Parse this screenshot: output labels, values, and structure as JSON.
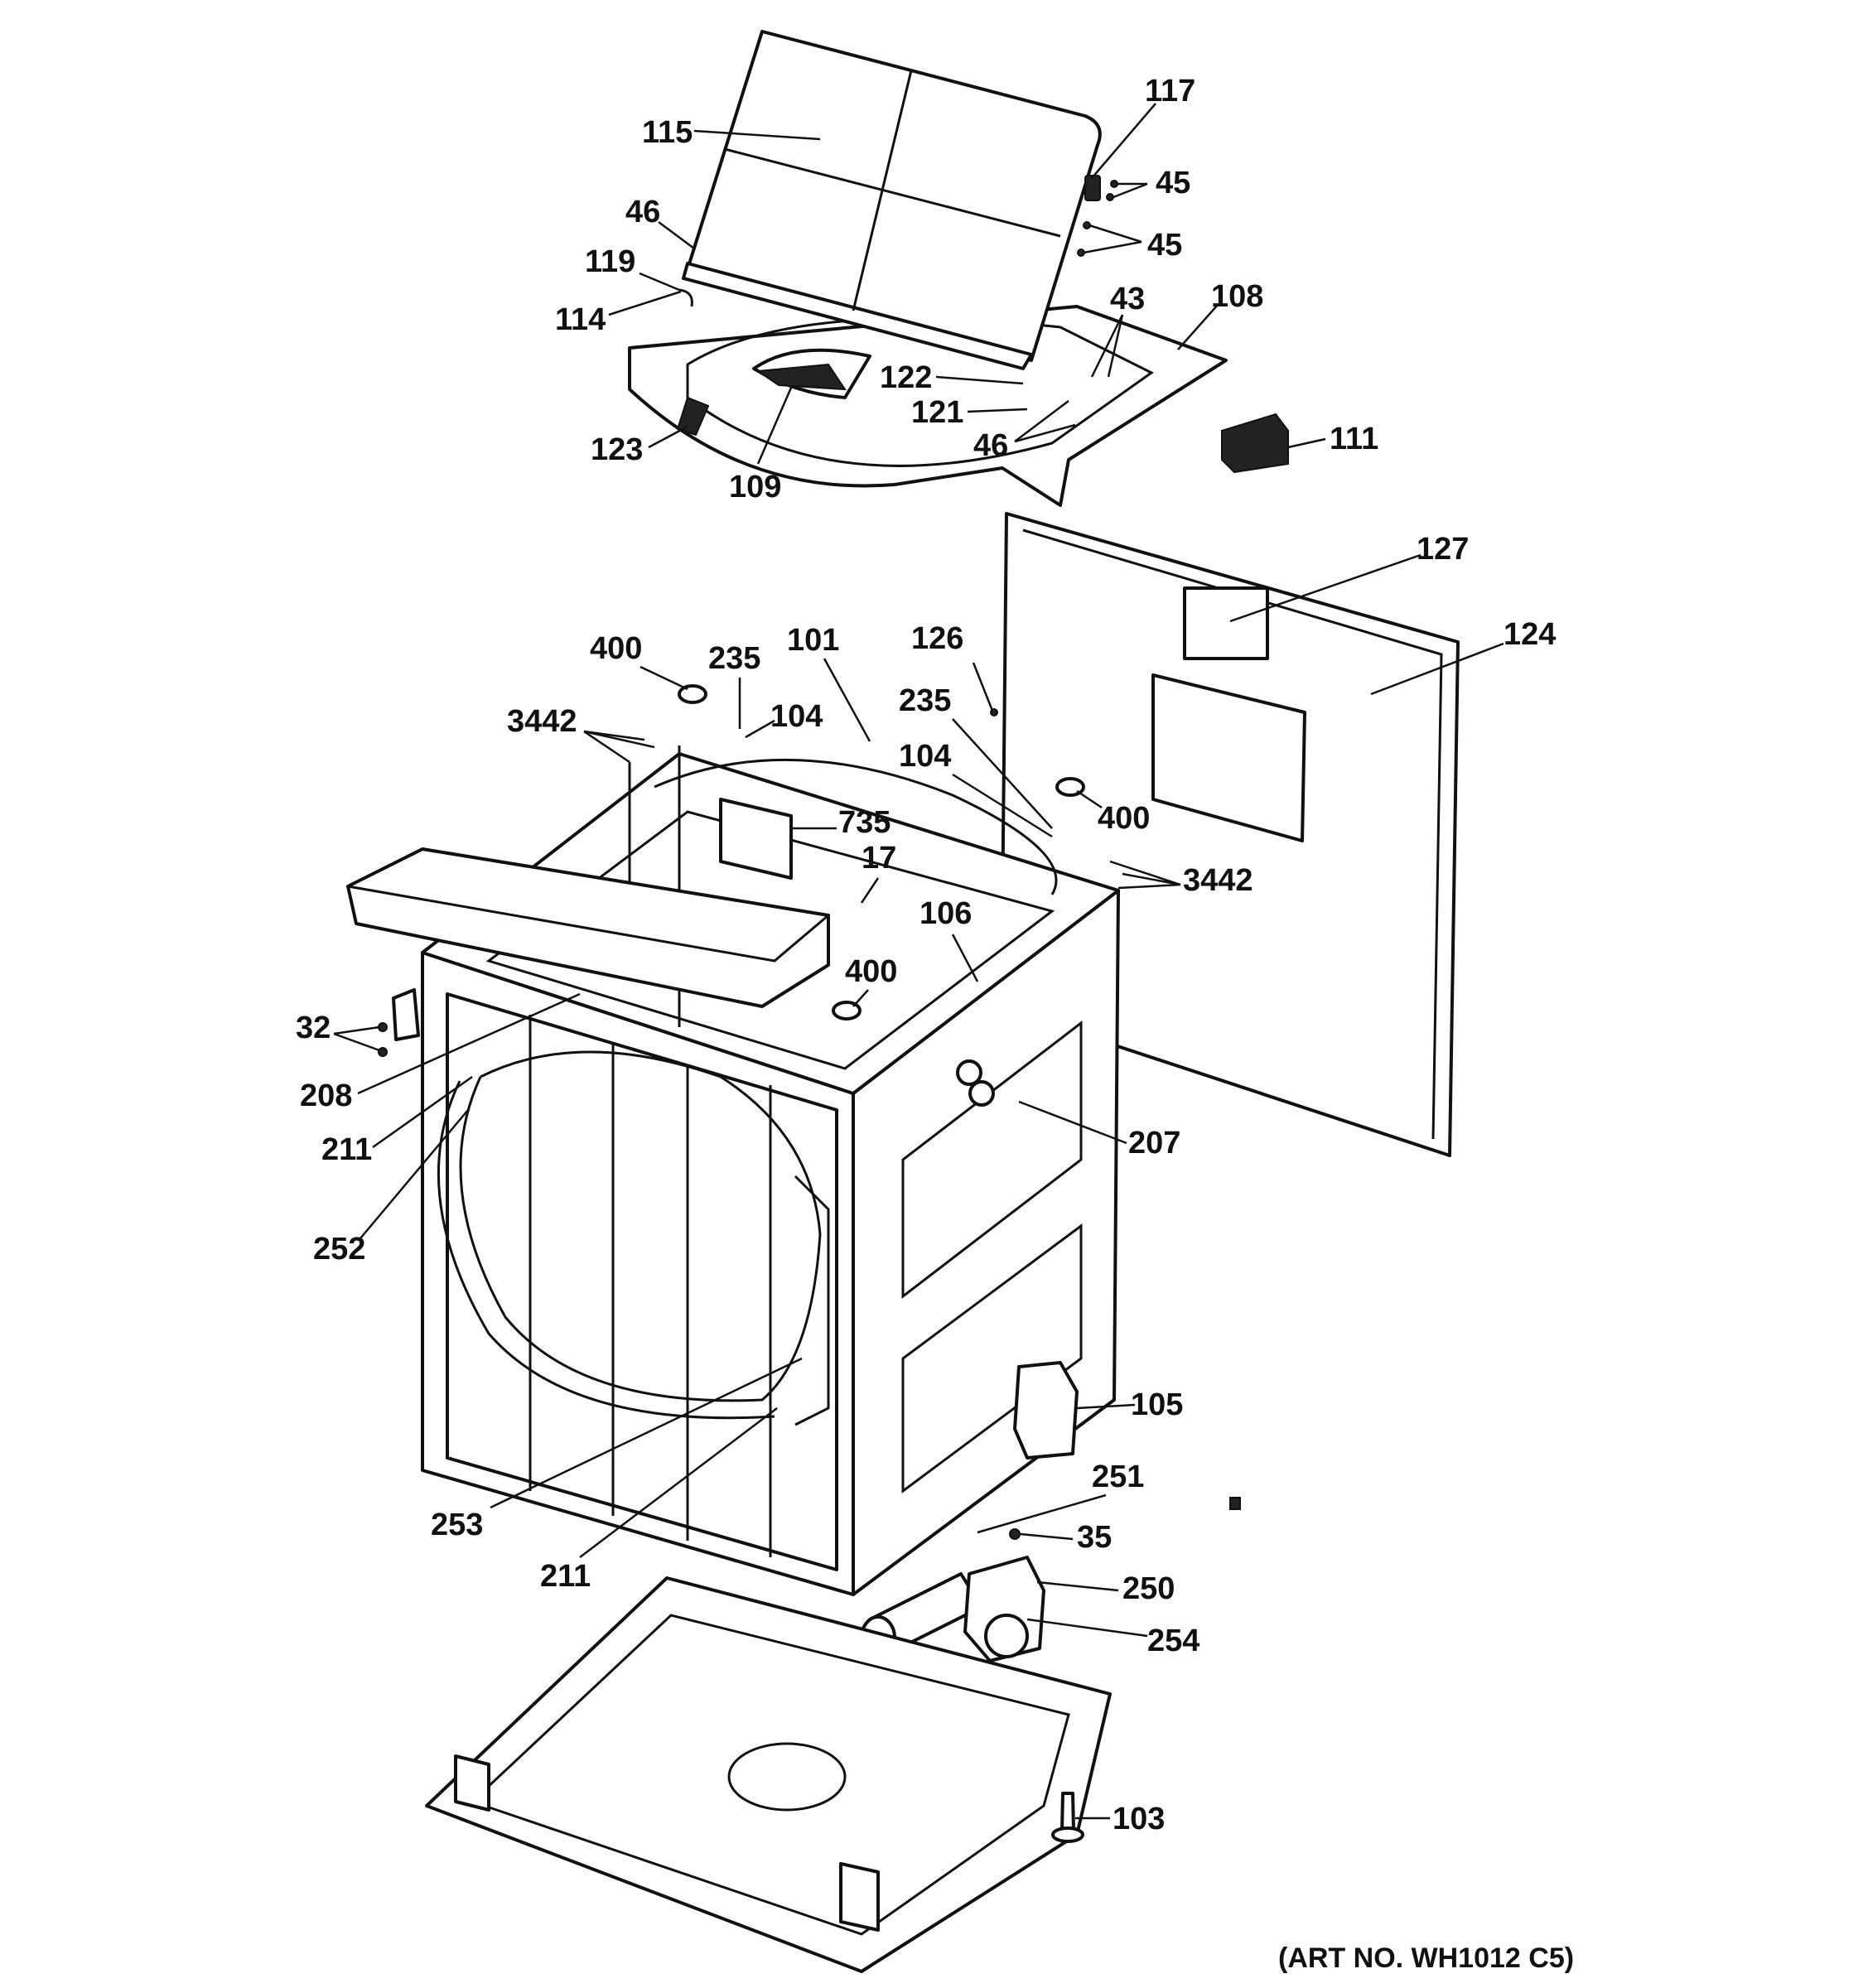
{
  "diagram": {
    "art_number": "(ART NO. WH1012 C5)",
    "callouts": {
      "c115": "115",
      "c117": "117",
      "c45a": "45",
      "c45b": "45",
      "c46a": "46",
      "c119": "119",
      "c114": "114",
      "c43": "43",
      "c108": "108",
      "c122": "122",
      "c121": "121",
      "c46b": "46",
      "c123": "123",
      "c109": "109",
      "c111": "111",
      "c127": "127",
      "c124": "124",
      "c126": "126",
      "c400a": "400",
      "c235a": "235",
      "c101": "101",
      "c3442a": "3442",
      "c104a": "104",
      "c235b": "235",
      "c104b": "104",
      "c400b": "400",
      "c735": "735",
      "c17": "17",
      "c3442b": "3442",
      "c106": "106",
      "c400c": "400",
      "c32": "32",
      "c208": "208",
      "c211a": "211",
      "c207": "207",
      "c252": "252",
      "c105": "105",
      "c251": "251",
      "c35": "35",
      "c253": "253",
      "c211b": "211",
      "c250": "250",
      "c254": "254",
      "c103": "103"
    }
  }
}
